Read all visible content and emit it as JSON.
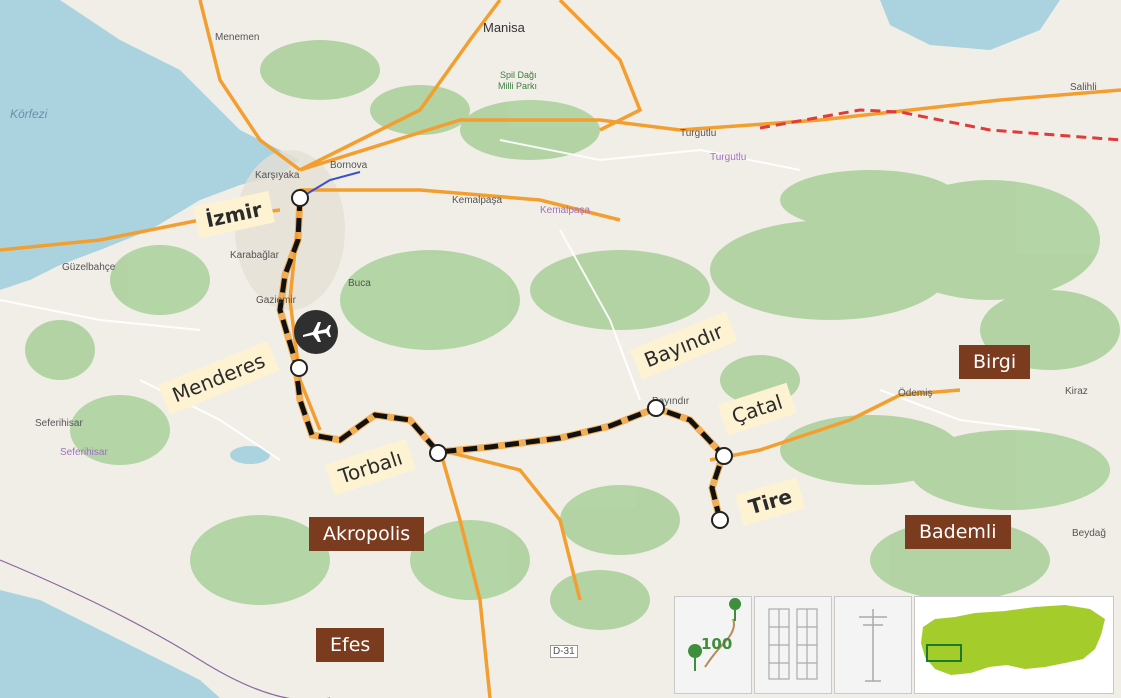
{
  "map": {
    "place_labels": {
      "izmir": "İzmir",
      "menderes": "Menderes",
      "torbali": "Torbalı",
      "bayindir": "Bayındır",
      "catal": "Çatal",
      "tire": "Tire"
    },
    "poi_labels": {
      "birgi": "Birgi",
      "akropolis": "Akropolis",
      "efes": "Efes",
      "bademli": "Bademli"
    },
    "base_labels": {
      "manisa": "Manisa",
      "menemen": "Menemen",
      "korfezi": "Körfezi",
      "spil": "Spil Dağı",
      "spil2": "Milli Parkı",
      "bornova": "Bornova",
      "karsiyaka": "Karşıyaka",
      "turgutlu": "Turgutlu",
      "turgutlu2": "Turgutlu",
      "kemalpasa": "Kemalpaşa",
      "kemalpasa2": "Kemalpaşa",
      "guzelbahce": "Güzelbahçe",
      "karabaglar": "Karabağlar",
      "gaziemir": "Gaziemir",
      "buca": "Buca",
      "seferihisar": "Seferihisar",
      "seferihisar2": "Seferihisar",
      "bayindir_small": "Bayındır",
      "odemis": "Ödemiş",
      "kiraz": "Kiraz",
      "beydag": "Beydağ",
      "salihli": "Salihli",
      "road_d31": "D-31"
    },
    "legend": {
      "speed": "100"
    },
    "airport": "airplane-icon",
    "colors": {
      "water": "#aad3df",
      "land": "#f1eee8",
      "forest": "#add19e",
      "road": "#f29f2f",
      "rail": "#e03a3a",
      "route": "#111111",
      "cream": "#fdf3d2",
      "brown": "#7a3b1e",
      "turkey": "#a4cc2a"
    }
  }
}
